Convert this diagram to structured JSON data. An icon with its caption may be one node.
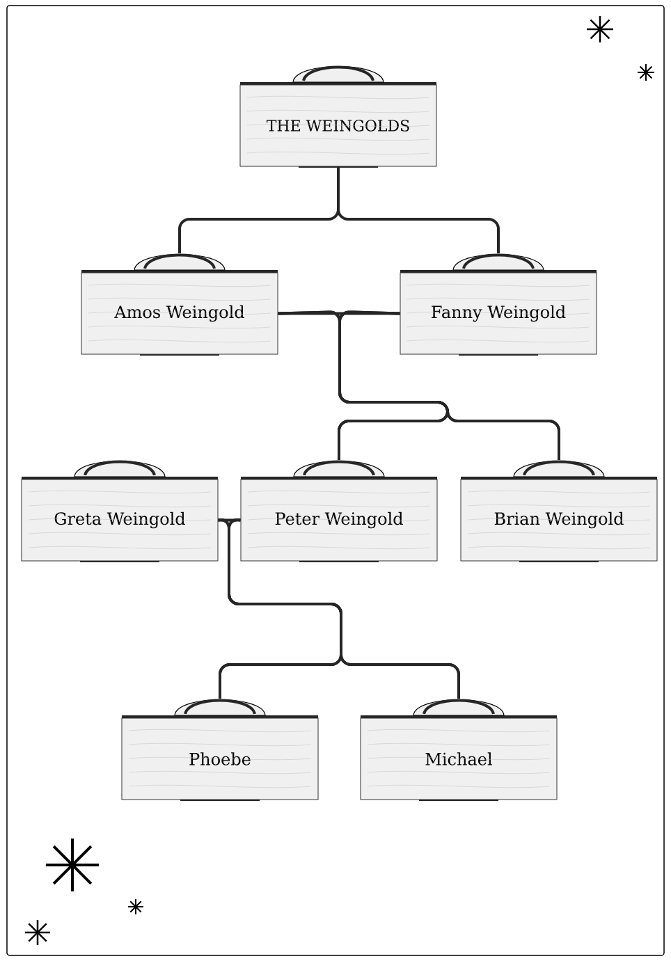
{
  "diagram": {
    "nodes": [
      {
        "text": [
          "THE WEINGOLDS"
        ]
      },
      {
        "text": [
          "Amos Weingold"
        ]
      },
      {
        "text": [
          "Fanny Weingold"
        ]
      },
      {
        "text": [
          "Greta Weingold"
        ]
      },
      {
        "text": [
          "Peter Weingold"
        ]
      },
      {
        "text": [
          "Brian Weingold"
        ]
      },
      {
        "text": [
          "Phoebe"
        ]
      },
      {
        "text": [
          "Michael"
        ]
      }
    ],
    "edges": [
      {
        "from": 0,
        "to": 1,
        "arrow": "none"
      },
      {
        "from": 0,
        "to": 2,
        "arrow": "none"
      },
      {
        "from": 1,
        "to": 2,
        "arrow": "none"
      },
      {
        "from": 1,
        "to": 4,
        "arrow": "none"
      },
      {
        "from": 2,
        "to": 4,
        "arrow": "none"
      },
      {
        "from": 1,
        "to": 5,
        "arrow": "none"
      },
      {
        "from": 2,
        "to": 5,
        "arrow": "none"
      },
      {
        "from": 3,
        "to": 4,
        "arrow": "none"
      },
      {
        "from": 3,
        "to": 6,
        "arrow": "none"
      },
      {
        "from": 4,
        "to": 6,
        "arrow": "none"
      },
      {
        "from": 3,
        "to": 7,
        "arrow": "none"
      },
      {
        "from": 4,
        "to": 7,
        "arrow": "none"
      }
    ]
  }
}
